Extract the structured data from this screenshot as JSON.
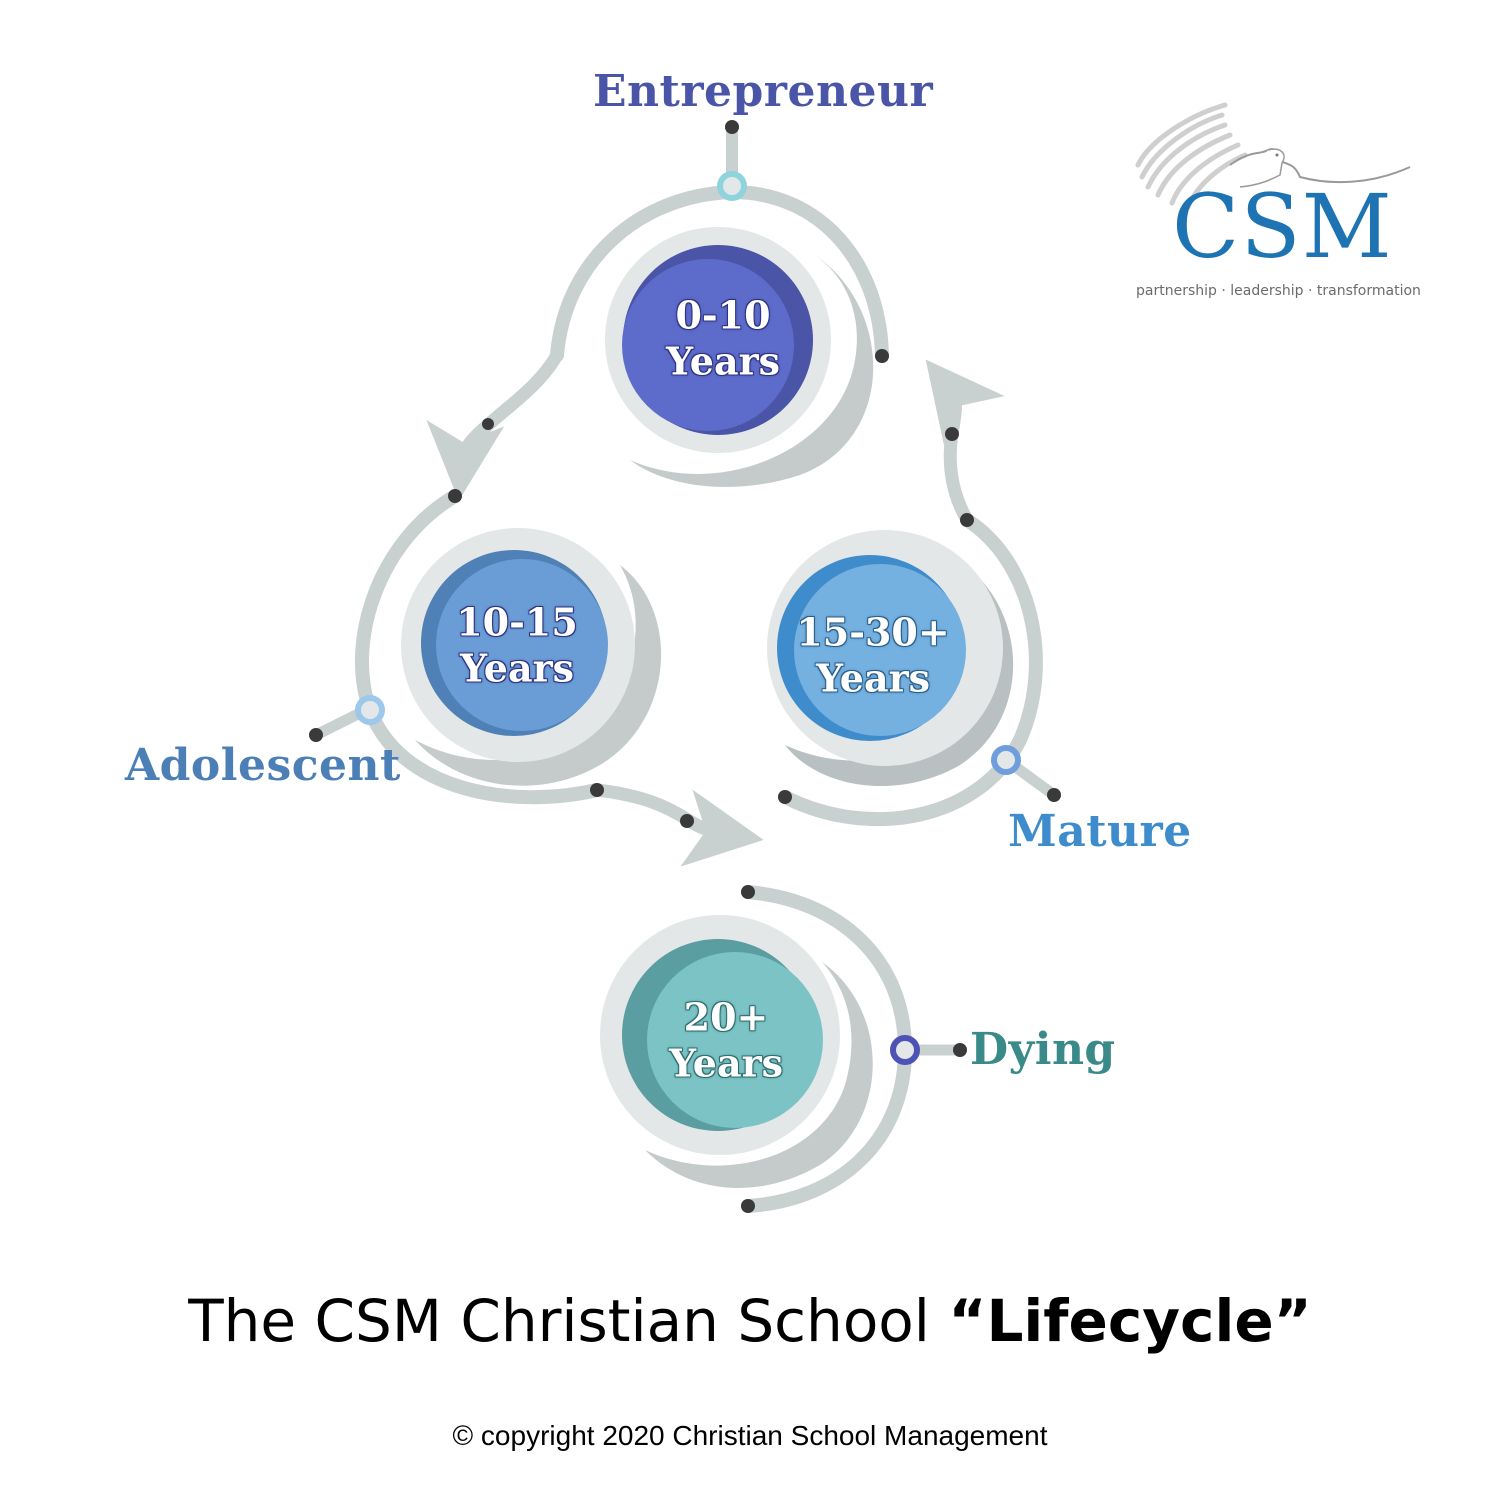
{
  "logo": {
    "wordmark": "CSM",
    "tagline": "partnership · leadership · transformation",
    "icon": "dove-icon",
    "colors": {
      "wordmark": "#1e73b3",
      "dove": "#c9c9c9",
      "tagline": "#6b6b6b"
    }
  },
  "stages": [
    {
      "id": "entrepreneur",
      "label": "Entrepreneur",
      "range": "0-10",
      "unit": "Years",
      "label_color": "#4a55a8",
      "circle_color": "#5d6bca",
      "circle_shadow": "#4a55a8",
      "connector_ring": "#8fd3dd"
    },
    {
      "id": "adolescent",
      "label": "Adolescent",
      "range": "10-15",
      "unit": "Years",
      "label_color": "#4b7fb5",
      "circle_color": "#6a9dd6",
      "circle_shadow": "#4f80b6",
      "connector_ring": "#9cc8ec"
    },
    {
      "id": "mature",
      "label": "Mature",
      "range": "15-30+",
      "unit": "Years",
      "label_color": "#3e8ccc",
      "circle_color": "#74b0e0",
      "circle_shadow": "#3e8ccc",
      "connector_ring": "#6e9fdc"
    },
    {
      "id": "dying",
      "label": "Dying",
      "range": "20+",
      "unit": "Years",
      "label_color": "#3a8a8a",
      "circle_color": "#7cc3c6",
      "circle_shadow": "#5a9ea2",
      "connector_ring": "#4d52b4"
    }
  ],
  "title": {
    "prefix": "The CSM Christian School ",
    "emphasis": "“Lifecycle”"
  },
  "copyright": "© copyright 2020 Christian School Management",
  "colors": {
    "track": "#c9d0d0",
    "outer_ring": "#e4e7e8",
    "crescent": "#c5cbcb",
    "node_dot": "#3a3a3a"
  }
}
